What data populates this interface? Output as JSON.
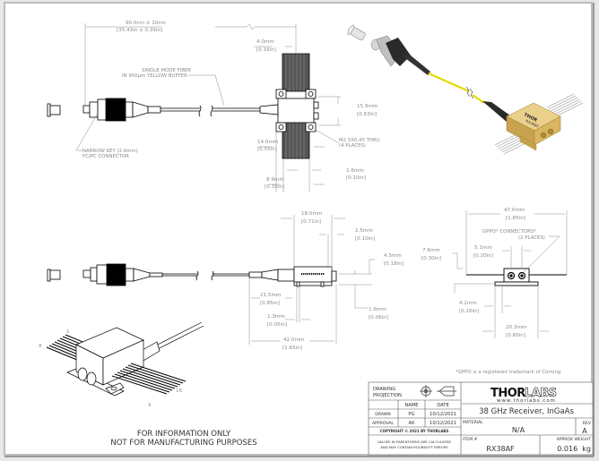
{
  "drawing": {
    "top_view": {
      "fiber_length": "90.0cm ± 10cm",
      "fiber_length_in": "[35.43in ± 0.39in]",
      "fiber_note_1": "SINGLE MODE FIBER",
      "fiber_note_2": "IN 900µm YELLOW BUFFER",
      "connector_note_1": "NARROW KEY (2.0mm)",
      "connector_note_2": "FC/PC CONNECTOR",
      "dim_4_0": "4.0mm",
      "dim_4_0_in": "[0.16in]",
      "dim_15_9": "15.9mm",
      "dim_15_9_in": "[0.63in]",
      "dim_14_0": "14.0mm",
      "dim_14_0_in": "[0.55in]",
      "thru_note_1": "M2.5X0.45 THRU",
      "thru_note_2": "(4 PLACES)",
      "dim_2_6": "2.6mm",
      "dim_2_6_in": "[0.10in]",
      "dim_8_9": "8.9mm",
      "dim_8_9_in": "[0.35in]"
    },
    "side_view": {
      "dim_18_0": "18.0mm",
      "dim_18_0_in": "[0.71in]",
      "dim_2_5": "2.5mm",
      "dim_2_5_in": "[0.10in]",
      "dim_4_5": "4.5mm",
      "dim_4_5_in": "[0.18in]",
      "dim_21_5": "21.5mm",
      "dim_21_5_in": "[0.85in]",
      "dim_1_3": "1.3mm",
      "dim_1_3_in": "[0.05in]",
      "dim_1_6": "1.6mm",
      "dim_1_6_in": "[0.06in]",
      "dim_42_0": "42.0mm",
      "dim_42_0_in": "[1.65in]"
    },
    "end_view": {
      "dim_47_0": "47.0mm",
      "dim_47_0_in": "[1.85in]",
      "gppo_note_1": "GPPO* CONNECTORS*",
      "gppo_note_2": "(2 PLACES)",
      "dim_5_1": "5.1mm",
      "dim_5_1_in": "[0.20in]",
      "dim_7_6": "7.6mm",
      "dim_7_6_in": "[0.30in]",
      "dim_4_2": "4.2mm",
      "dim_4_2_in": "[0.16in]",
      "dim_20_3": "20.3mm",
      "dim_20_3_in": "[0.80in]"
    },
    "iso_view": {
      "pin_1": "1",
      "pin_8": "8",
      "pin_9": "9",
      "pin_16": "16"
    },
    "trademark_note": "*GPPO is a registered trademark of Corning",
    "disclaimer_1": "FOR INFORMATION ONLY",
    "disclaimer_2": "NOT FOR MANUFACTURING PURPOSES"
  },
  "title_block": {
    "projection_label_1": "DRAWING",
    "projection_label_2": "PROJECTION",
    "col_name": "NAME",
    "col_date": "DATE",
    "drawn_label": "DRAWN",
    "drawn_name": "PG",
    "drawn_date": "10/12/2021",
    "approval_label": "APPROVAL",
    "approval_name": "AK",
    "approval_date": "10/12/2021",
    "copyright": "COPYRIGHT © 2021 BY THORLABS",
    "values_note_1": "VALUES IN PARENTHESIS ARE CALCULATED",
    "values_note_2": "AND MAY CONTAIN ROUNDOFF ERRORS",
    "logo_thor": "THOR",
    "logo_labs": "LABS",
    "website": "www.thorlabs.com",
    "product_title": "38 GHz Receiver, InGaAs",
    "material_label": "MATERIAL",
    "material_value": "N/A",
    "rev_label": "REV",
    "rev_value": "A",
    "item_label": "ITEM #",
    "item_value": "RX38AF",
    "weight_label": "APPROX WEIGHT",
    "weight_value": "0.016  kg"
  },
  "colors": {
    "line": "#000000",
    "dimension": "#8a8a8a",
    "fiber_yellow": "#e6d800",
    "gold_body": "#d9bb6a",
    "frame": "#bdbdbd"
  }
}
